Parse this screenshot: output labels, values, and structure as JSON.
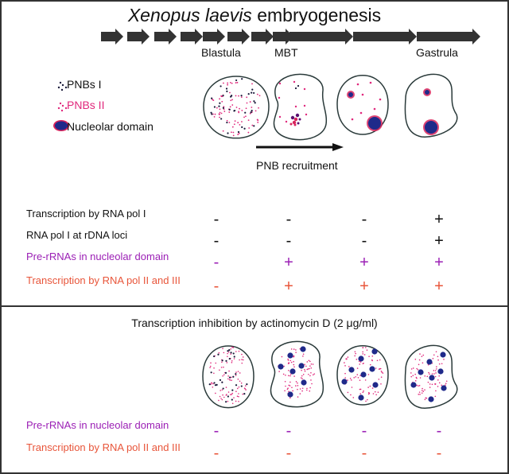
{
  "title": {
    "species": "Xenopus laevis",
    "rest": " embryogenesis"
  },
  "stages": {
    "blastula": "Blastula",
    "mbt": "MBT",
    "gastrula": "Gastrula"
  },
  "legend": [
    {
      "label": "PNBs I",
      "icon": "black-dots-icon"
    },
    {
      "label": "PNBs II",
      "icon": "pink-dots-icon"
    },
    {
      "label": "Nucleolar domain",
      "icon": "nucleolar-domain-icon"
    }
  ],
  "recruitment_label": "PNB recruitment",
  "top_table": {
    "rows": [
      {
        "label": "Transcription by RNA pol I",
        "color": "#111111",
        "values": [
          "-",
          "-",
          "-",
          "+"
        ]
      },
      {
        "label": "RNA pol I at rDNA loci",
        "color": "#111111",
        "values": [
          "-",
          "-",
          "-",
          "+"
        ]
      },
      {
        "label": "Pre-rRNAs in nucleolar domain",
        "color": "#9b1fb5",
        "values": [
          "-",
          "+",
          "+",
          "+"
        ]
      },
      {
        "label": "Transcription by RNA pol II and III",
        "color": "#e8553a",
        "values": [
          "-",
          "+",
          "+",
          "+"
        ]
      }
    ]
  },
  "bottom": {
    "title": "Transcription inhibition by actinomycin D (2 μg/ml)",
    "rows": [
      {
        "label": "Pre-rRNAs in nucleolar domain",
        "color": "#9b1fb5",
        "values": [
          "-",
          "-",
          "-",
          "-"
        ]
      },
      {
        "label": "Transcription by RNA pol II and III",
        "color": "#e8553a",
        "values": [
          "-",
          "-",
          "-",
          "-"
        ]
      }
    ]
  },
  "colors": {
    "pnb1": "#1a1a3a",
    "pnb2": "#e0287c",
    "nucleolar_fill": "#1f2a8a",
    "nucleolar_ring": "#d8245c",
    "arrow": "#333333"
  }
}
